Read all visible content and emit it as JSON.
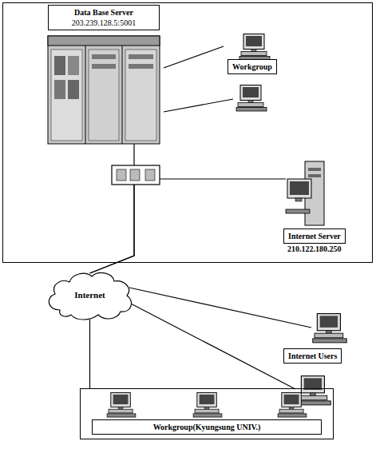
{
  "diagram": {
    "nodes": [
      {
        "text": [
          "Data Base Server",
          "203.239.128.5:5001"
        ]
      },
      {
        "text": [
          "Workgroup"
        ]
      },
      {
        "text": [
          "Internet Server",
          "210.122.180.250"
        ]
      },
      {
        "text": [
          "Internet"
        ]
      },
      {
        "text": [
          "Internet Users"
        ]
      },
      {
        "text": [
          "Workgroup(Kyungsung UNIV.)"
        ]
      }
    ],
    "edges": [
      {
        "from": 0,
        "to": 1,
        "arrow": "none"
      },
      {
        "from": 0,
        "to": 3,
        "arrow": "none"
      },
      {
        "from": 2,
        "to": 3,
        "arrow": "none"
      },
      {
        "from": 3,
        "to": 4,
        "arrow": "none"
      },
      {
        "from": 3,
        "to": 5,
        "arrow": "none"
      }
    ]
  }
}
